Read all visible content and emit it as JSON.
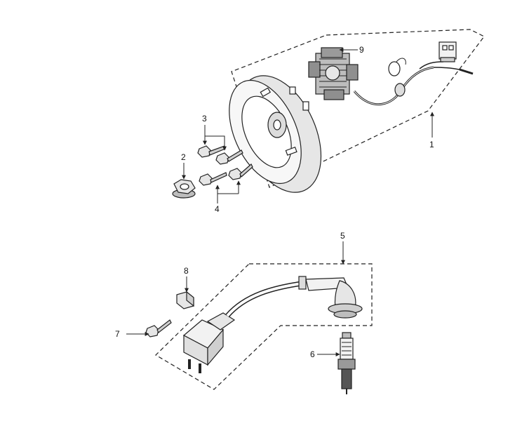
{
  "callouts": {
    "c1": "1",
    "c2": "2",
    "c3": "3",
    "c4": "4",
    "c5": "5",
    "c6": "6",
    "c7": "7",
    "c8": "8",
    "c9": "9"
  },
  "icons": {
    "flywheel": "flywheel-rotor-icon",
    "stator": "stator-coil-icon",
    "wire": "wiring-harness-icon",
    "connector": "connector-plug-icon",
    "nut": "flange-nut-icon",
    "bolt": "bolt-icon",
    "ignition_coil": "ignition-coil-icon",
    "plug_cap": "spark-plug-cap-icon",
    "spark_plug": "spark-plug-icon",
    "clip": "clip-icon",
    "screw": "screw-icon"
  },
  "colors": {
    "line": "#222222",
    "fill_light": "#f2f2f2",
    "fill_mid": "#cfcfcf",
    "fill_dark": "#555555",
    "background": "#ffffff"
  }
}
